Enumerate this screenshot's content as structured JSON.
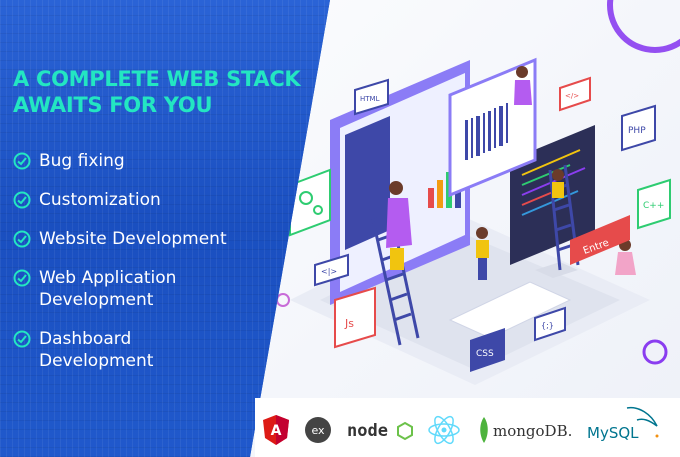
{
  "headline": {
    "line1": "A COMPLETE WEB STACK",
    "line2": "AWAITS FOR YOU"
  },
  "features": [
    {
      "line1": "Bug fixing",
      "line2": ""
    },
    {
      "line1": "Customization",
      "line2": ""
    },
    {
      "line1": "Website Development",
      "line2": ""
    },
    {
      "line1": "Web Application",
      "line2": "Development"
    },
    {
      "line1": "Dashboard",
      "line2": "Development"
    }
  ],
  "scene_labels": {
    "html": "HTML",
    "php": "PHP",
    "cpp": "C++",
    "js": "Js",
    "css": "CSS",
    "entre": "Entre",
    "code_tag": "</>",
    "code_tag2": "<|>",
    "braces": "{;}"
  },
  "logos": {
    "angular_letter": "A",
    "express_letter": "ex",
    "node_text": "node",
    "mongo_text": "mongoDB.",
    "mysql_text": "MySQL"
  },
  "colors": {
    "panel_blue": "#1d56c7",
    "headline_teal": "#23e6c2",
    "check_teal": "#23e6c2",
    "accent_purple": "#8a3df0",
    "accent_red": "#e64b4b",
    "accent_green": "#2ecc71"
  },
  "icons": [
    "check-circle-icon",
    "gear-icon",
    "angular-logo",
    "express-logo",
    "nodejs-logo",
    "react-logo",
    "mongodb-logo",
    "mysql-logo"
  ]
}
